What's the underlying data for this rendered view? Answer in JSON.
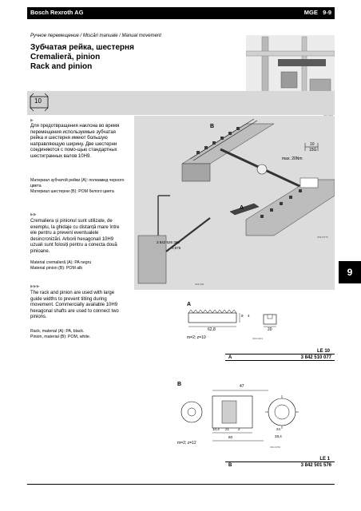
{
  "header": {
    "company": "Bosch Rexroth AG",
    "product": "MGE",
    "page": "9-9"
  },
  "breadcrumb": "Ручное перемещение / Miscări manuale / Manual movement",
  "title": {
    "ru": "Зубчатая рейка, шестерня",
    "ro": "Cremalieră, pinion",
    "en": "Rack and pinion"
  },
  "badge": {
    "value": "10"
  },
  "photo_tag": "3K17200",
  "sections": {
    "ru": {
      "marker": "▶",
      "body": "Для предотвращения наклона во время перемещения используемые зубчатая рейка и шестерня имеют большую направляющую ширину. Две шестерни соединяются с помо-щью стандартных шестигранных валов 10H9.",
      "materials": "Материал зубчатой рейки (A): полиамид черного цвета\nМатериал шестерни (B): POM белого цвета"
    },
    "ro": {
      "marker": "▶▶",
      "body": "Cremaliera și pinionul sunt utilizate, de exemplu, la ghidaje cu distanță mare între ele pentru a preveni eventualele desincronizări. Arborii hexagonali 10H9 uzuali sunt folosiți pentru a conecta două pinioane.",
      "materials": "Material cremalieră (A): PA negru\nMaterial pinion (B): POM alb"
    },
    "en": {
      "marker": "▶▶▶",
      "body": "The rack and pinion are used with large guide widths to prevent tilting during movement. Commercially available 10H9 hexagonal shafts are used to connect two pinions.",
      "materials": "Rack, material (A): PA, black.\nPinion, material (B): POM, white."
    }
  },
  "diagram_main": {
    "label_b": "B",
    "label_a": "A",
    "torque": "max. 20Nm",
    "hex_top": "10",
    "hex_bot": "15G",
    "part_no": "3 842 526 368",
    "part_sub": "0,675",
    "tag1": "3K8-WR",
    "tag2": "3K8-M770"
  },
  "drawing_a": {
    "label": "A",
    "length": "62,8",
    "right_w": "20",
    "module": "m=2; z=10",
    "h1": "9",
    "h2": "4",
    "tag": "3K0-9401"
  },
  "order_a": {
    "header": "LE 10",
    "key": "A",
    "number": "3 842 510 077"
  },
  "drawing_b": {
    "label": "B",
    "width_top": "47",
    "d1": "10,4",
    "d2": "21",
    "d3": "2",
    "d4": "60",
    "d5": "24",
    "d6": "28,4",
    "module": "m=2; z=12",
    "tag": "3K0-9700"
  },
  "order_b": {
    "header": "LE 1",
    "key": "B",
    "number": "3 842 501 576"
  },
  "page_tab": "9"
}
